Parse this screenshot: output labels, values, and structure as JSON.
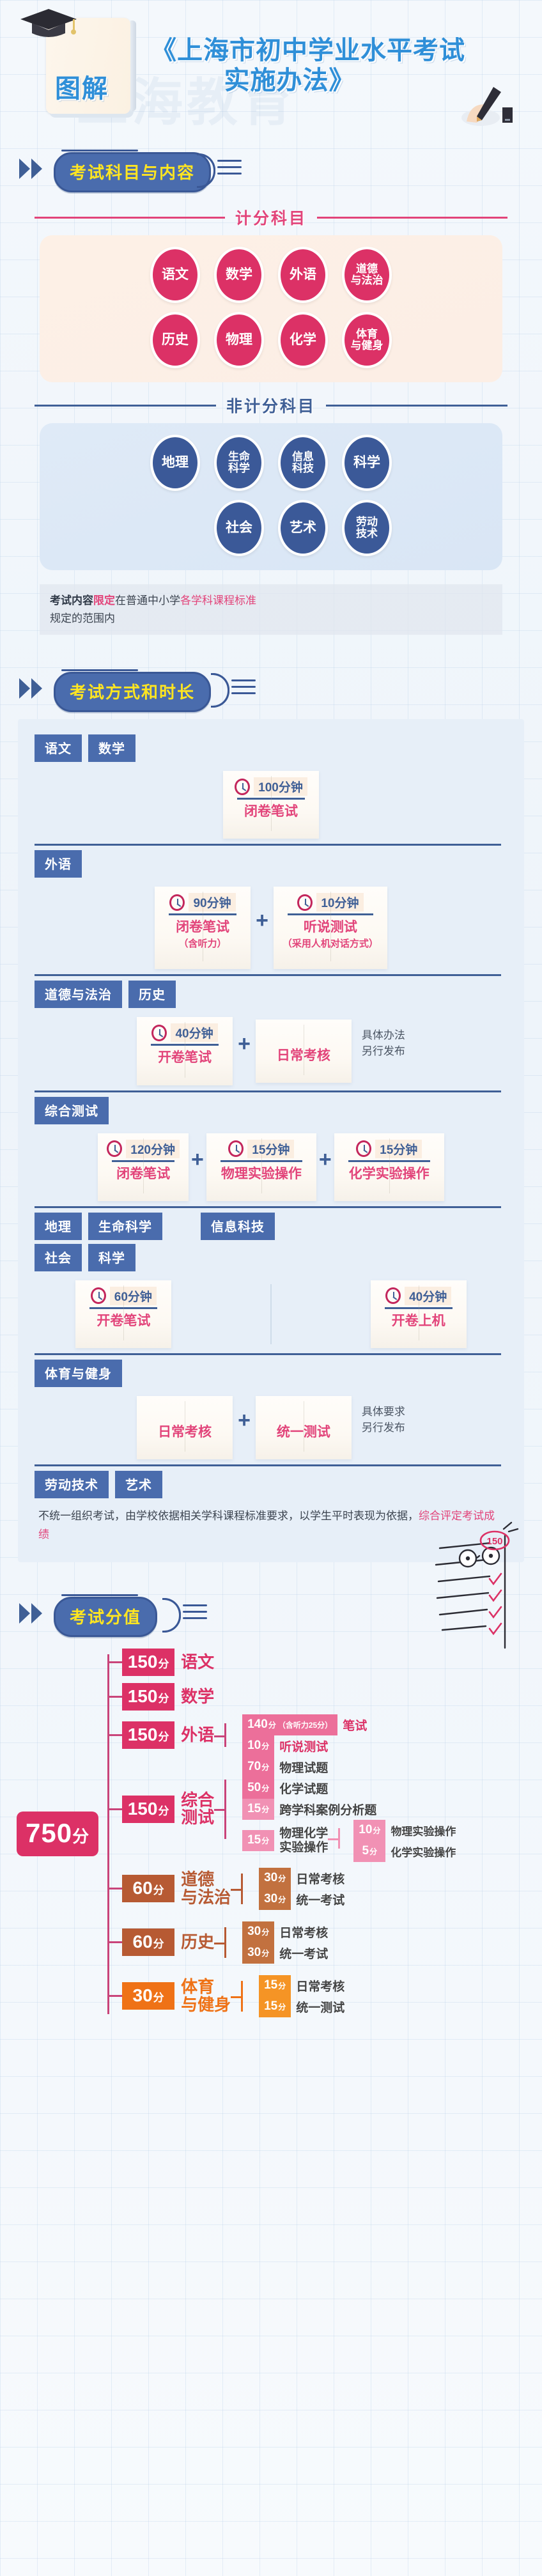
{
  "header": {
    "badge": "图解",
    "title_line1": "《上海市初中学业水平考试",
    "title_line2": "实施办法》",
    "watermark": "上海教育"
  },
  "sections": [
    {
      "id": "subjects",
      "title": "考试科目与内容"
    },
    {
      "id": "methods",
      "title": "考试方式和时长"
    },
    {
      "id": "scores",
      "title": "考试分值"
    }
  ],
  "subjects": {
    "scored_divider": "计分科目",
    "scored_rows": [
      [
        "语文",
        "数学",
        "外语",
        "道德\n与法治"
      ],
      [
        "历史",
        "物理",
        "化学",
        "体育\n与健身"
      ]
    ],
    "unscored_divider": "非计分科目",
    "unscored_rows": [
      [
        "地理",
        "生命\n科学",
        "信息\n科技",
        "科学"
      ],
      [
        "社会",
        "艺术",
        "劳动\n技术"
      ]
    ],
    "note_prefix": "考试内容",
    "note_hi1": "限定",
    "note_mid": "在普通中小学",
    "note_hi2": "各学科课程标准",
    "note_suffix": "规定的范围内"
  },
  "methods": {
    "blocks": [
      {
        "tags": [
          "语文",
          "数学"
        ],
        "items": [
          {
            "minutes": "100分钟",
            "label": "闭卷笔试",
            "sub": ""
          }
        ],
        "aside": "",
        "align": "center"
      },
      {
        "tags": [
          "外语"
        ],
        "items": [
          {
            "minutes": "90分钟",
            "label": "闭卷笔试",
            "sub": "（含听力）"
          },
          {
            "minutes": "10分钟",
            "label": "听说测试",
            "sub": "（采用人机对话方式）"
          }
        ],
        "aside": "",
        "align": "center"
      },
      {
        "tags": [
          "道德与法治",
          "历史"
        ],
        "items": [
          {
            "minutes": "40分钟",
            "label": "开卷笔试",
            "sub": ""
          },
          {
            "minutes": "",
            "label": "日常考核",
            "sub": ""
          }
        ],
        "aside": "具体办法\n另行发布",
        "align": "center"
      },
      {
        "tags": [
          "综合测试"
        ],
        "items": [
          {
            "minutes": "120分钟",
            "label": "闭卷笔试",
            "sub": ""
          },
          {
            "minutes": "15分钟",
            "label": "物理实验操作",
            "sub": ""
          },
          {
            "minutes": "15分钟",
            "label": "化学实验操作",
            "sub": ""
          }
        ],
        "aside": "",
        "align": "center"
      },
      {
        "tags": [
          "地理",
          "生命科学",
          "信息科技"
        ],
        "tags2": [
          "社会",
          "科学"
        ],
        "items": [
          {
            "minutes": "60分钟",
            "label": "开卷笔试",
            "sub": ""
          },
          {
            "minutes": "40分钟",
            "label": "开卷上机",
            "sub": ""
          }
        ],
        "aside": "",
        "align": "split"
      },
      {
        "tags": [
          "体育与健身"
        ],
        "items": [
          {
            "minutes": "",
            "label": "日常考核",
            "sub": ""
          },
          {
            "minutes": "",
            "label": "统一测试",
            "sub": ""
          }
        ],
        "aside": "具体要求\n另行发布",
        "align": "center"
      },
      {
        "tags": [
          "劳动技术",
          "艺术"
        ],
        "items": [],
        "text_prefix": "不统一组织考试，由学校依据相关学科课程标准要求，以学生平时表现为依据，",
        "text_hi": "综合评定考试成绩",
        "aside": "",
        "align": "text"
      }
    ]
  },
  "chart_data": {
    "type": "table",
    "title": "考试分值",
    "total": {
      "value": "750",
      "unit": "分"
    },
    "branches": [
      {
        "score": "150",
        "unit": "分",
        "name": "语文",
        "color": "#dc3166",
        "children": []
      },
      {
        "score": "150",
        "unit": "分",
        "name": "数学",
        "color": "#dc3166",
        "children": []
      },
      {
        "score": "150",
        "unit": "分",
        "name": "外语",
        "color": "#dc3166",
        "children": [
          {
            "score": "140",
            "unit": "分",
            "extra": "（含听力25分）",
            "name": "笔试",
            "color": "#ec6f9a"
          },
          {
            "score": "10",
            "unit": "分",
            "extra": "",
            "name": "听说测试",
            "color": "#ec6f9a"
          }
        ]
      },
      {
        "score": "150",
        "unit": "分",
        "name": "综合\n测试",
        "color": "#dc3166",
        "children": [
          {
            "score": "70",
            "unit": "分",
            "extra": "",
            "name": "物理试题",
            "color": "#ec6f9a"
          },
          {
            "score": "50",
            "unit": "分",
            "extra": "",
            "name": "化学试题",
            "color": "#ec6f9a"
          },
          {
            "score": "15",
            "unit": "分",
            "extra": "",
            "name": "跨学科案例分析题",
            "color": "#f191b4"
          },
          {
            "score": "15",
            "unit": "分",
            "extra": "",
            "name": "物理化学\n实验操作",
            "color": "#f191b4",
            "children": [
              {
                "score": "10",
                "unit": "分",
                "name": "物理实验操作",
                "color": "#f191b4"
              },
              {
                "score": "5",
                "unit": "分",
                "name": "化学实验操作",
                "color": "#f191b4"
              }
            ]
          }
        ]
      },
      {
        "score": "60",
        "unit": "分",
        "name": "道德\n与法治",
        "color": "#b75a33",
        "children": [
          {
            "score": "30",
            "unit": "分",
            "extra": "",
            "name": "日常考核",
            "color": "#c2713f"
          },
          {
            "score": "30",
            "unit": "分",
            "extra": "",
            "name": "统一考试",
            "color": "#c2713f"
          }
        ]
      },
      {
        "score": "60",
        "unit": "分",
        "name": "历史",
        "color": "#b75a33",
        "children": [
          {
            "score": "30",
            "unit": "分",
            "extra": "",
            "name": "日常考核",
            "color": "#c2713f"
          },
          {
            "score": "30",
            "unit": "分",
            "extra": "",
            "name": "统一考试",
            "color": "#c2713f"
          }
        ]
      },
      {
        "score": "30",
        "unit": "分",
        "name": "体育\n与健身",
        "color": "#ef7216",
        "children": [
          {
            "score": "15",
            "unit": "分",
            "extra": "",
            "name": "日常考核",
            "color": "#f59425"
          },
          {
            "score": "15",
            "unit": "分",
            "extra": "",
            "name": "统一测试",
            "color": "#f59425"
          }
        ]
      }
    ]
  }
}
